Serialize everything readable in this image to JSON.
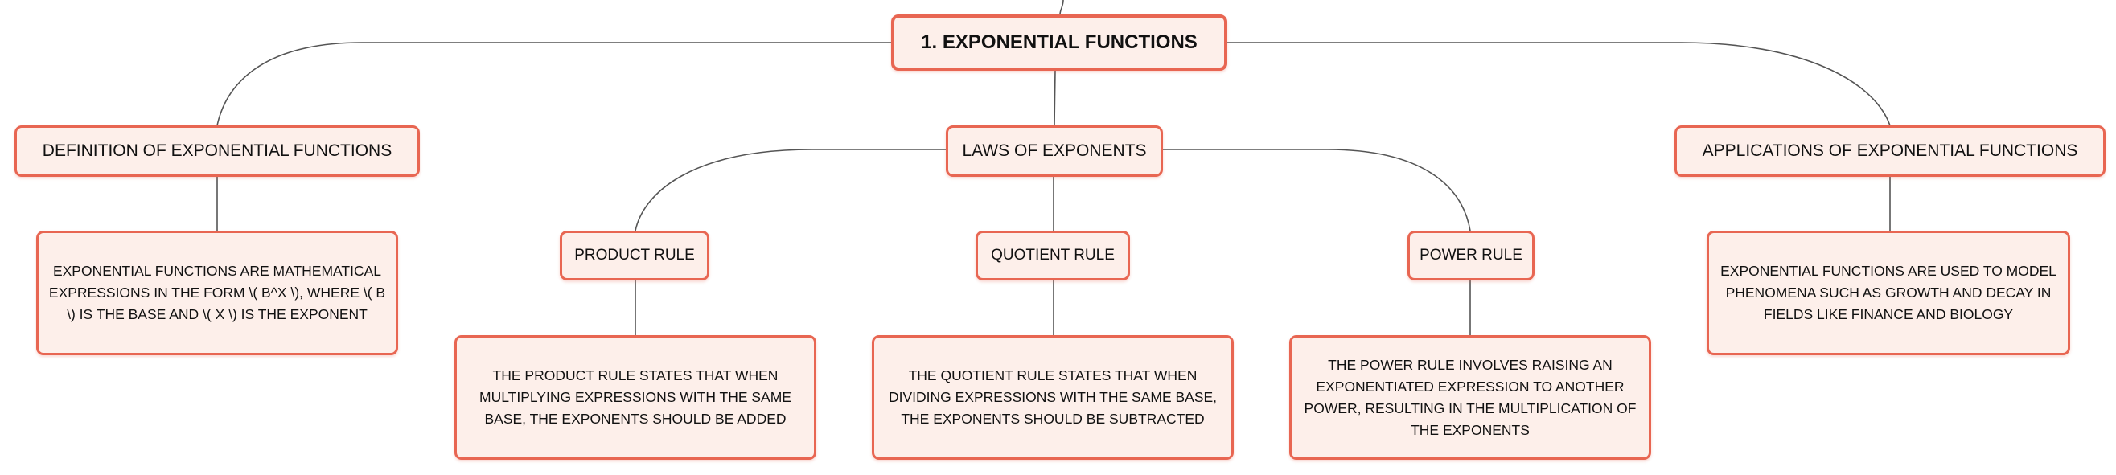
{
  "root": {
    "label": "1. EXPONENTIAL FUNCTIONS"
  },
  "branches": {
    "definition": {
      "label": "DEFINITION OF EXPONENTIAL FUNCTIONS",
      "description": "EXPONENTIAL FUNCTIONS ARE MATHEMATICAL EXPRESSIONS IN THE FORM \\( B^X \\), WHERE \\( B \\) IS THE BASE AND \\( X \\) IS THE EXPONENT"
    },
    "laws": {
      "label": "LAWS OF EXPONENTS",
      "rules": {
        "product": {
          "label": "PRODUCT RULE",
          "description": "THE PRODUCT RULE STATES THAT WHEN MULTIPLYING EXPRESSIONS WITH THE SAME BASE, THE EXPONENTS SHOULD BE ADDED"
        },
        "quotient": {
          "label": "QUOTIENT RULE",
          "description": "THE QUOTIENT RULE STATES THAT WHEN DIVIDING EXPRESSIONS WITH THE SAME BASE, THE EXPONENTS SHOULD BE SUBTRACTED"
        },
        "power": {
          "label": "POWER RULE",
          "description": "THE POWER RULE INVOLVES RAISING AN EXPONENTIATED EXPRESSION TO ANOTHER POWER, RESULTING IN THE MULTIPLICATION OF THE EXPONENTS"
        }
      }
    },
    "applications": {
      "label": "APPLICATIONS OF EXPONENTIAL FUNCTIONS",
      "description": "EXPONENTIAL FUNCTIONS ARE USED TO MODEL PHENOMENA SUCH AS GROWTH AND DECAY IN FIELDS LIKE FINANCE AND BIOLOGY"
    }
  },
  "colors": {
    "node_border": "#e86652",
    "node_fill": "#fdefea",
    "connector": "#555555",
    "text": "#111111"
  }
}
